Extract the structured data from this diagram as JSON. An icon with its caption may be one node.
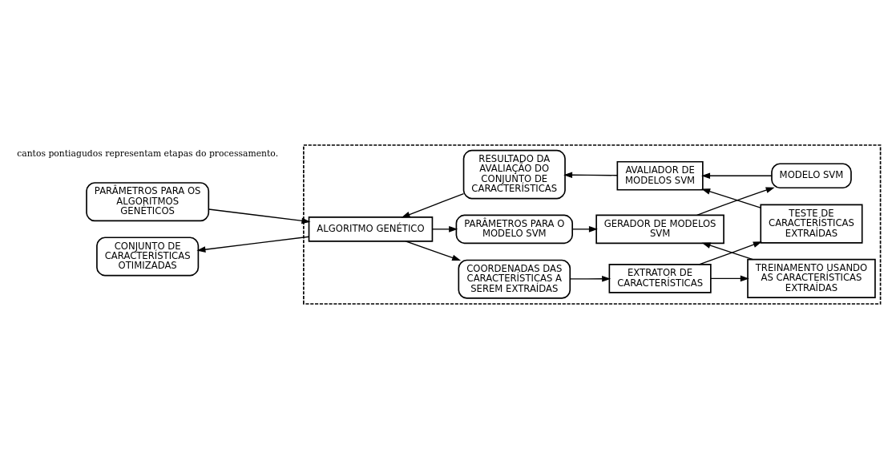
{
  "diagram": {
    "nodes": [
      {
        "text": [],
        "shape": "box"
      },
      {
        "text": [
          "PARÂMETROS PARA OS ALGORITMOS GENÉTICOS"
        ]
      },
      {
        "text": [
          "TESTE DE CARACTERÍSTICAS EXTRAÍDAS"
        ],
        "in": 0
      },
      {
        "text": [
          "COORDENADAS DAS CARACTERÍSTICAS A SEREM EXTRAÍDAS"
        ],
        "in": 0
      },
      {
        "text": [
          "EXTRATOR DE CARACTERÍSTICAS"
        ],
        "in": 0
      },
      {
        "text": [
          "TREINAMENTO USANDO AS CARACTERÍSTICAS EXTRAÍDAS"
        ],
        "in": 0
      },
      {
        "text": [
          "ALGORITMO GENÉTICO"
        ],
        "in": 0
      },
      {
        "text": [
          "PARÂMETROS PARA O MODELO SVM"
        ],
        "in": 0
      },
      {
        "text": [
          "GERADOR DE MODELOS SVM"
        ],
        "in": 0
      },
      {
        "text": [
          "MODELO SVM"
        ],
        "in": 0
      },
      {
        "text": [
          "CONJUNTO DE CARACTERÍSTICAS OTIMIZADAS"
        ]
      },
      {
        "text": [
          "RESULTADO DA AVALIAÇÃO DO CONJUNTO DE CARACTERÍSTICAS"
        ],
        "in": 0
      },
      {
        "text": [
          "AVALIADOR DE MODELOS SVM"
        ],
        "in": 0
      }
    ],
    "edges": [
      {
        "from": 1,
        "to": 6,
        "arrow": "to"
      },
      {
        "from": 6,
        "to": 10,
        "arrow": "to"
      },
      {
        "from": 6,
        "to": 3,
        "arrow": "to"
      },
      {
        "from": 6,
        "to": 7,
        "arrow": "to"
      },
      {
        "from": 3,
        "to": 4,
        "arrow": "to"
      },
      {
        "from": 4,
        "to": 2,
        "arrow": "to"
      },
      {
        "from": 4,
        "to": 5,
        "arrow": "to"
      },
      {
        "from": 5,
        "to": 8,
        "arrow": "to"
      },
      {
        "from": 7,
        "to": 8,
        "arrow": "to"
      },
      {
        "from": 8,
        "to": 9,
        "arrow": "to"
      },
      {
        "from": 9,
        "to": 12,
        "arrow": "to"
      },
      {
        "from": 2,
        "to": 12,
        "arrow": "to"
      },
      {
        "from": 12,
        "to": 11,
        "arrow": "to"
      },
      {
        "from": 11,
        "to": 6,
        "arrow": "to"
      }
    ],
    "labels": [
      "cantos pontiagudos representam etapas do processamento."
    ]
  }
}
